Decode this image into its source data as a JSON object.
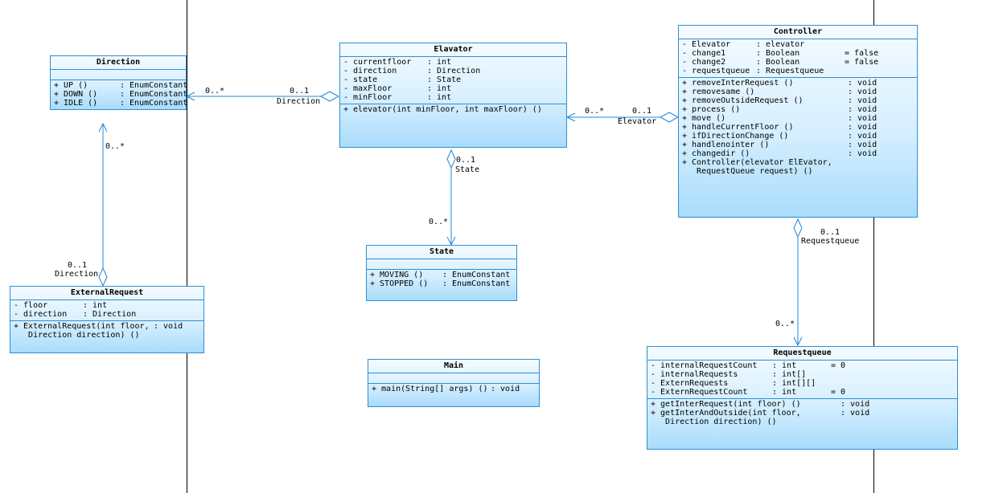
{
  "classes": {
    "direction": {
      "name": "Direction",
      "attributes": [],
      "operations": [
        {
          "vis": "+",
          "name": "UP ()",
          "type": ": EnumConstant"
        },
        {
          "vis": "+",
          "name": "DOWN ()",
          "type": ": EnumConstant"
        },
        {
          "vis": "+",
          "name": "IDLE ()",
          "type": ": EnumConstant"
        }
      ]
    },
    "elevator": {
      "name": "Elavator",
      "attributes": [
        {
          "vis": "-",
          "name": "currentfloor",
          "type": ": int"
        },
        {
          "vis": "-",
          "name": "direction",
          "type": ": Direction"
        },
        {
          "vis": "-",
          "name": "state",
          "type": ": State"
        },
        {
          "vis": "-",
          "name": "maxFloor",
          "type": ": int"
        },
        {
          "vis": "-",
          "name": "minFloor",
          "type": ": int"
        }
      ],
      "operations": [
        {
          "vis": "+",
          "name": "elevator(int minFloor, int maxFloor) ()",
          "type": ""
        }
      ]
    },
    "controller": {
      "name": "Controller",
      "attributes": [
        {
          "vis": "-",
          "name": "Elevator",
          "type": ": elevator",
          "default": ""
        },
        {
          "vis": "-",
          "name": "change1",
          "type": ": Boolean",
          "default": "= false"
        },
        {
          "vis": "-",
          "name": "change2",
          "type": ": Boolean",
          "default": "= false"
        },
        {
          "vis": "-",
          "name": "requestqueue",
          "type": ": Requestqueue",
          "default": ""
        }
      ],
      "operations": [
        {
          "vis": "+",
          "name": "removeInterRequest ()",
          "type": ": void"
        },
        {
          "vis": "+",
          "name": "removesame ()",
          "type": ": void"
        },
        {
          "vis": "+",
          "name": "removeOutsideRequest ()",
          "type": ": void"
        },
        {
          "vis": "+",
          "name": "process ()",
          "type": ": void"
        },
        {
          "vis": "+",
          "name": "move ()",
          "type": ": void"
        },
        {
          "vis": "+",
          "name": "handleCurrentFloor ()",
          "type": ": void"
        },
        {
          "vis": "+",
          "name": "ifDirectionChange ()",
          "type": ": void"
        },
        {
          "vis": "+",
          "name": "handlenointer ()",
          "type": ": void"
        },
        {
          "vis": "+",
          "name": "changedir ()",
          "type": ": void"
        },
        {
          "vis": "+",
          "name": "Controller(elevator ElEvator,",
          "type": ""
        },
        {
          "vis": " ",
          "name": " RequestQueue request) ()",
          "type": ""
        }
      ]
    },
    "state": {
      "name": "State",
      "attributes": [],
      "operations": [
        {
          "vis": "+",
          "name": "MOVING ()",
          "type": ": EnumConstant"
        },
        {
          "vis": "+",
          "name": "STOPPED ()",
          "type": ": EnumConstant"
        }
      ]
    },
    "external_request": {
      "name": "ExternalRequest",
      "attributes": [
        {
          "vis": "-",
          "name": "floor",
          "type": ": int"
        },
        {
          "vis": "-",
          "name": "direction",
          "type": ": Direction"
        }
      ],
      "operations": [
        {
          "vis": "+",
          "name": "ExternalRequest(int floor,",
          "type": ": void"
        },
        {
          "vis": " ",
          "name": " Direction direction) ()",
          "type": ""
        }
      ]
    },
    "main": {
      "name": "Main",
      "attributes": [],
      "operations": [
        {
          "vis": "+",
          "name": "main(String[] args) ()",
          "type": ": void"
        }
      ]
    },
    "requestqueue": {
      "name": "Requestqueue",
      "attributes": [
        {
          "vis": "-",
          "name": "internalRequestCount",
          "type": ": int",
          "default": "= 0"
        },
        {
          "vis": "-",
          "name": "internalRequests",
          "type": ": int[]",
          "default": ""
        },
        {
          "vis": "-",
          "name": "ExternRequests",
          "type": ": int[][]",
          "default": ""
        },
        {
          "vis": "-",
          "name": "ExternRequestCount",
          "type": ": int",
          "default": "= 0"
        }
      ],
      "operations": [
        {
          "vis": "+",
          "name": "getInterRequest(int floor) ()",
          "type": ": void"
        },
        {
          "vis": "+",
          "name": "getInterAndOutside(int floor,",
          "type": ": void"
        },
        {
          "vis": " ",
          "name": " Direction direction) ()",
          "type": ""
        }
      ]
    }
  },
  "associations": {
    "elevator_direction": {
      "near_target": "0..*",
      "near_source": "0..1",
      "role": "Direction"
    },
    "controller_elevator": {
      "near_target": "0..*",
      "near_source": "0..1",
      "role": "Elevator"
    },
    "elevator_state": {
      "near_source": "0..1",
      "role": "State",
      "near_target": "0..*"
    },
    "externalrequest_direction": {
      "near_target": "0..*",
      "near_source": "0..1",
      "role": "Direction"
    },
    "controller_requestqueue": {
      "near_source": "0..1",
      "role": "Requestqueue",
      "near_target": "0..*"
    }
  },
  "colors": {
    "class_border": "#2f8fd0",
    "line": "#1e88d8",
    "gradient_top": "#f4fbff",
    "gradient_bottom": "#a9dcfb"
  }
}
